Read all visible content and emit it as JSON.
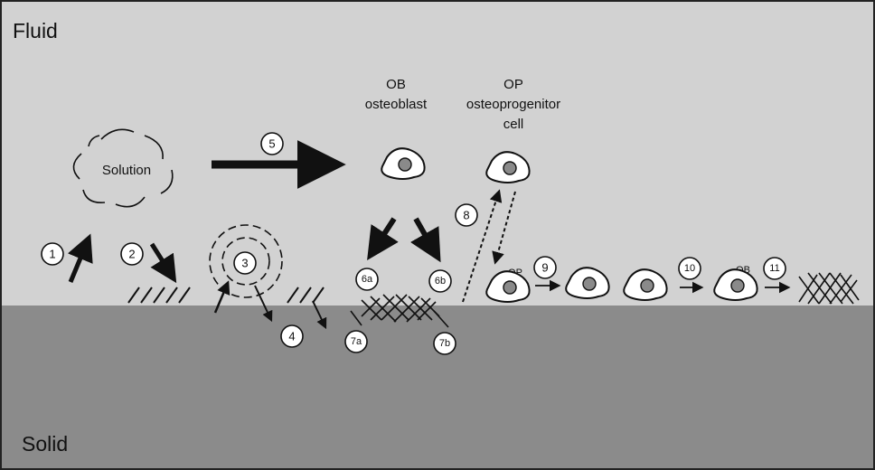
{
  "regions": {
    "fluid": "Fluid",
    "solid": "Solid"
  },
  "labels": {
    "solution": "Solution",
    "ob_abbr": "OB",
    "ob_full": "osteoblast",
    "op_abbr": "OP",
    "op_full_1": "osteoprogenitor",
    "op_full_2": "cell",
    "op_small": "OP",
    "ob_small": "OB"
  },
  "steps": [
    "1",
    "2",
    "3",
    "4",
    "5",
    "6a",
    "6b",
    "7a",
    "7b",
    "8",
    "9",
    "10",
    "11"
  ],
  "colors": {
    "fluid": "#d2d2d2",
    "solid": "#8b8b8b",
    "ink": "#111111",
    "nucleus": "#8a8a8a"
  }
}
